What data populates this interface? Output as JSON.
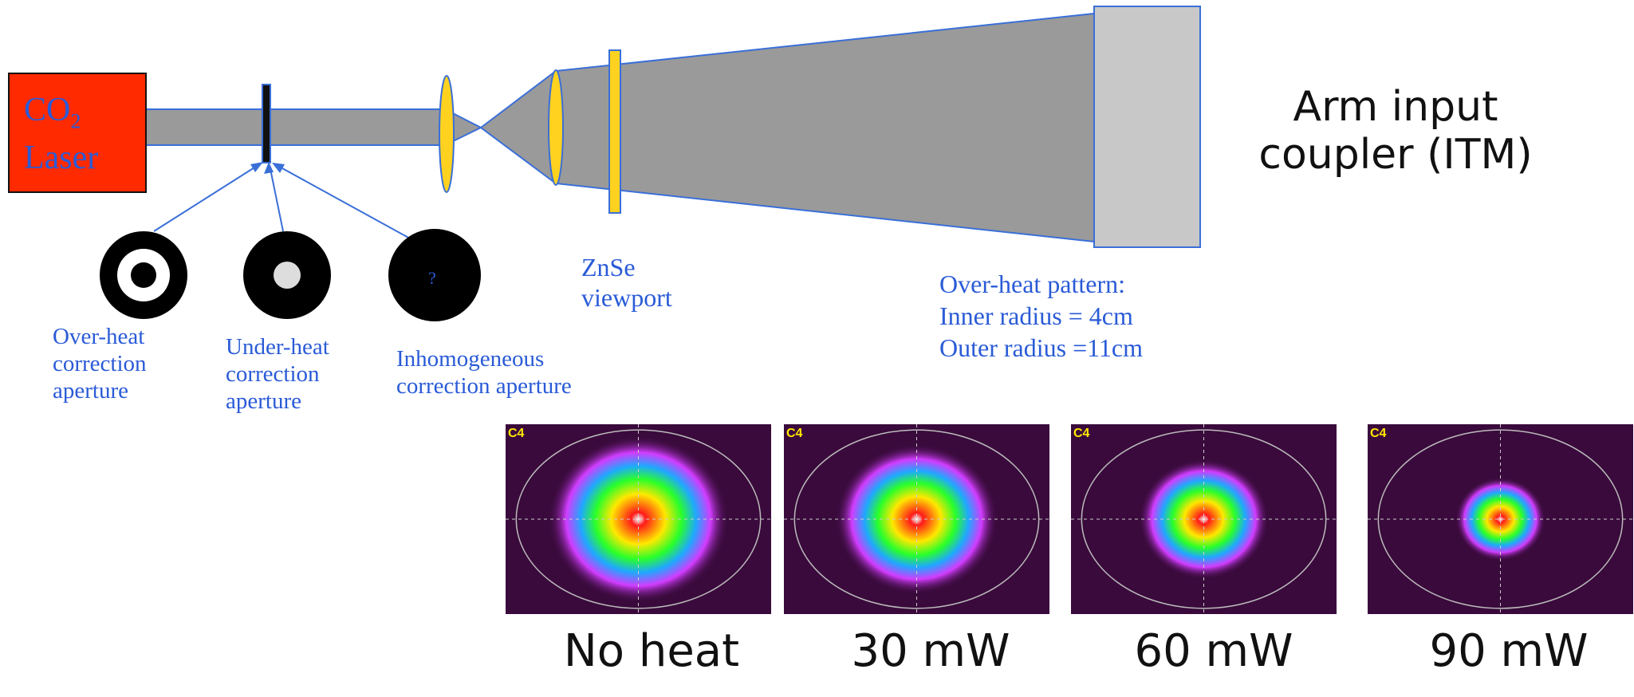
{
  "colors": {
    "laser_fill": "#ff2a00",
    "label_blue": "#2a5bd7",
    "beam_gray": "#9a9a9a",
    "lens_yellow": "#ffd21f",
    "itm_gray": "#c8c8c8",
    "profile_bg": "#3a0a3c"
  },
  "laser": {
    "line1": "CO",
    "subscript": "2",
    "line2": "Laser"
  },
  "apertures": [
    {
      "label": "Over-heat\ncorrection\naperture",
      "icon": "ring-aperture-icon"
    },
    {
      "label": "Under-heat\ncorrection\naperture",
      "icon": "central-obscuration-aperture-icon"
    },
    {
      "label": "Inhomogeneous\ncorrection aperture",
      "icon": "unknown-aperture-icon",
      "mark": "?"
    }
  ],
  "viewport": {
    "label": "ZnSe\nviewport"
  },
  "pattern": {
    "label": "Over-heat pattern:\nInner radius = 4cm\nOuter radius =11cm"
  },
  "itm": {
    "label": "Arm input\ncoupler (ITM)"
  },
  "profiles": [
    {
      "caption": "No heat",
      "corner_text": "C4",
      "spot_scale": 1.0
    },
    {
      "caption": "30 mW",
      "corner_text": "C4",
      "spot_scale": 0.9
    },
    {
      "caption": "60 mW",
      "corner_text": "C4",
      "spot_scale": 0.72
    },
    {
      "caption": "90 mW",
      "corner_text": "C4",
      "spot_scale": 0.5
    }
  ]
}
